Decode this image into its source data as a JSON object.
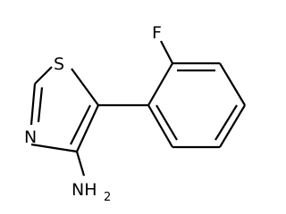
{
  "molecule": {
    "atoms": {
      "fluorine": "F",
      "sulfur": "S",
      "nitrogen": "N",
      "amine": "NH",
      "amine_subscript": "2"
    }
  }
}
